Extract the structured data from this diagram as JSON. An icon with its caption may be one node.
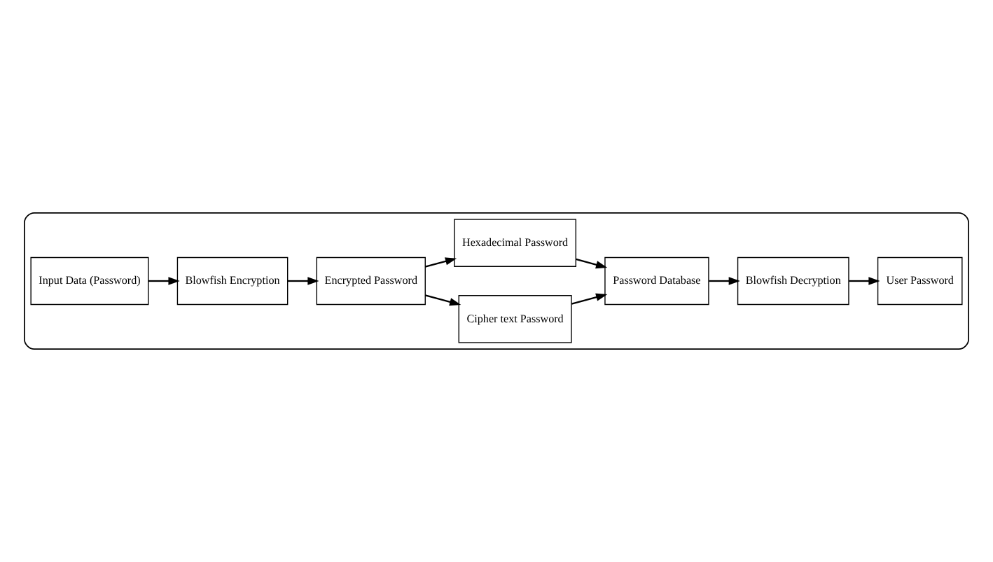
{
  "diagram": {
    "nodes": [
      {
        "text": [],
        "shape": "box"
      },
      {
        "text": [
          "Input Data (Password)"
        ],
        "in": 0
      },
      {
        "text": [
          "Blowfish Encryption"
        ],
        "in": 0
      },
      {
        "text": [
          "Encrypted Password"
        ],
        "in": 0
      },
      {
        "text": [
          "Cipher text Password"
        ],
        "in": 0
      },
      {
        "text": [
          "Hexadecimal Password"
        ],
        "in": 0
      },
      {
        "text": [
          "User Password"
        ],
        "in": 0
      },
      {
        "text": [
          "Blowfish Decryption"
        ],
        "in": 0
      },
      {
        "text": [
          "Password Database"
        ],
        "in": 0
      }
    ],
    "edges": [
      {
        "from": 1,
        "to": 2,
        "arrow": "to"
      },
      {
        "from": 2,
        "to": 3,
        "arrow": "to"
      },
      {
        "from": 3,
        "to": 4,
        "arrow": "to"
      },
      {
        "from": 3,
        "to": 5,
        "arrow": "to"
      },
      {
        "from": 4,
        "to": 8,
        "arrow": "to"
      },
      {
        "from": 5,
        "to": 8,
        "arrow": "to"
      },
      {
        "from": 8,
        "to": 7,
        "arrow": "to"
      },
      {
        "from": 7,
        "to": 6,
        "arrow": "to"
      }
    ]
  }
}
